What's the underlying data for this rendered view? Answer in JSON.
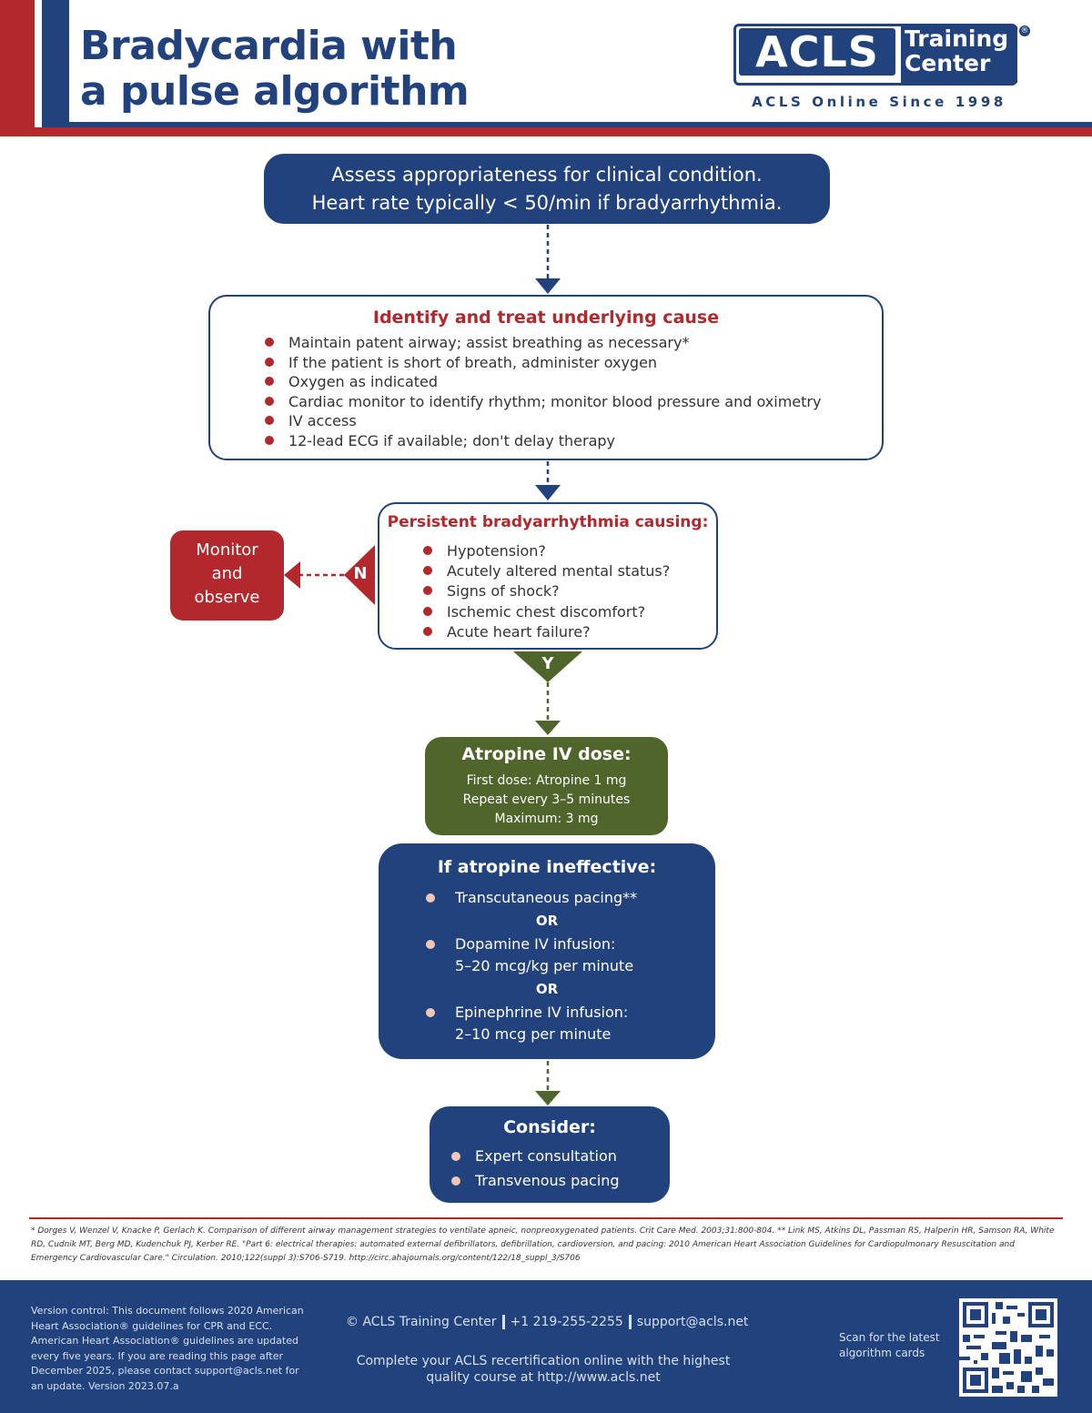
{
  "header": {
    "title_line1": "Bradycardia with",
    "title_line2": "a pulse algorithm",
    "logo_acls": "ACLS",
    "logo_training": "Training",
    "logo_center": "Center",
    "logo_reg": "®",
    "logo_tagline": "ACLS Online Since 1998"
  },
  "assess": {
    "line1": "Assess appropriateness for clinical condition.",
    "line2": "Heart rate typically < 50/min if bradyarrhythmia."
  },
  "cause": {
    "title": "Identify and treat underlying cause",
    "items": [
      "Maintain patent airway; assist breathing as necessary*",
      "If the patient is short of breath, administer oxygen",
      "Oxygen as indicated",
      "Cardiac monitor to identify rhythm; monitor blood pressure and oximetry",
      "IV access",
      "12-lead ECG if available; don't delay therapy"
    ]
  },
  "persistent": {
    "title": "Persistent bradyarrhythmia causing:",
    "items": [
      "Hypotension?",
      "Acutely altered mental status?",
      "Signs of shock?",
      "Ischemic chest discomfort?",
      "Acute heart failure?"
    ],
    "no_label": "N",
    "yes_label": "Y"
  },
  "monitor": {
    "line1": "Monitor",
    "line2": "and",
    "line3": "observe"
  },
  "atropine": {
    "title": "Atropine IV dose:",
    "line1": "First dose: Atropine 1 mg",
    "line2": "Repeat every 3–5 minutes",
    "line3": "Maximum: 3 mg"
  },
  "ineffective": {
    "title": "If atropine ineffective:",
    "item1": "Transcutaneous pacing**",
    "or1": "OR",
    "item2_line1": "Dopamine IV infusion:",
    "item2_line2": "5–20 mcg/kg per minute",
    "or2": "OR",
    "item3_line1": "Epinephrine IV infusion:",
    "item3_line2": "2–10 mcg per minute"
  },
  "consider": {
    "title": "Consider:",
    "items": [
      "Expert consultation",
      "Transvenous pacing"
    ]
  },
  "references": "* Dorges V, Wenzel V, Knacke P, Gerlach K. Comparison of different airway management strategies to ventilate apneic, nonpreoxygenated patients. Crit Care Med. 2003;31:800-804. ** Link MS, Atkins DL, Passman RS, Halperin HR, Samson RA, White RD, Cudnik MT, Berg MD, Kudenchuk PJ, Kerber RE. \"Part 6: electrical therapies: automated external defibrillators, defibrillation, cardioversion, and pacing: 2010 American Heart Association Guidelines for Cardiopulmonary Resuscitation and Emergency Cardiovascular Care.\" Circulation. 2010;122(suppl 3):S706-S719. http://circ.ahajournals.org/content/122/18_suppl_3/S706",
  "footer": {
    "version": "Version control: This document follows 2020 American Heart Association® guidelines for CPR and ECC. American Heart Association® guidelines are updated every five years. If you are reading this page after December 2025, please contact support@acls.net for an update. Version 2023.07.a",
    "copyright": "© ACLS Training Center",
    "phone": "+1 219-255-2255",
    "email": "support@acls.net",
    "tagline": "Complete your ACLS recertification online with the highest quality course at http://www.acls.net",
    "scan": "Scan for the latest algorithm cards"
  },
  "colors": {
    "navy": "#22427d",
    "red": "#b3282d",
    "green": "#50652b",
    "bullet_light": "#f0c7b4"
  }
}
